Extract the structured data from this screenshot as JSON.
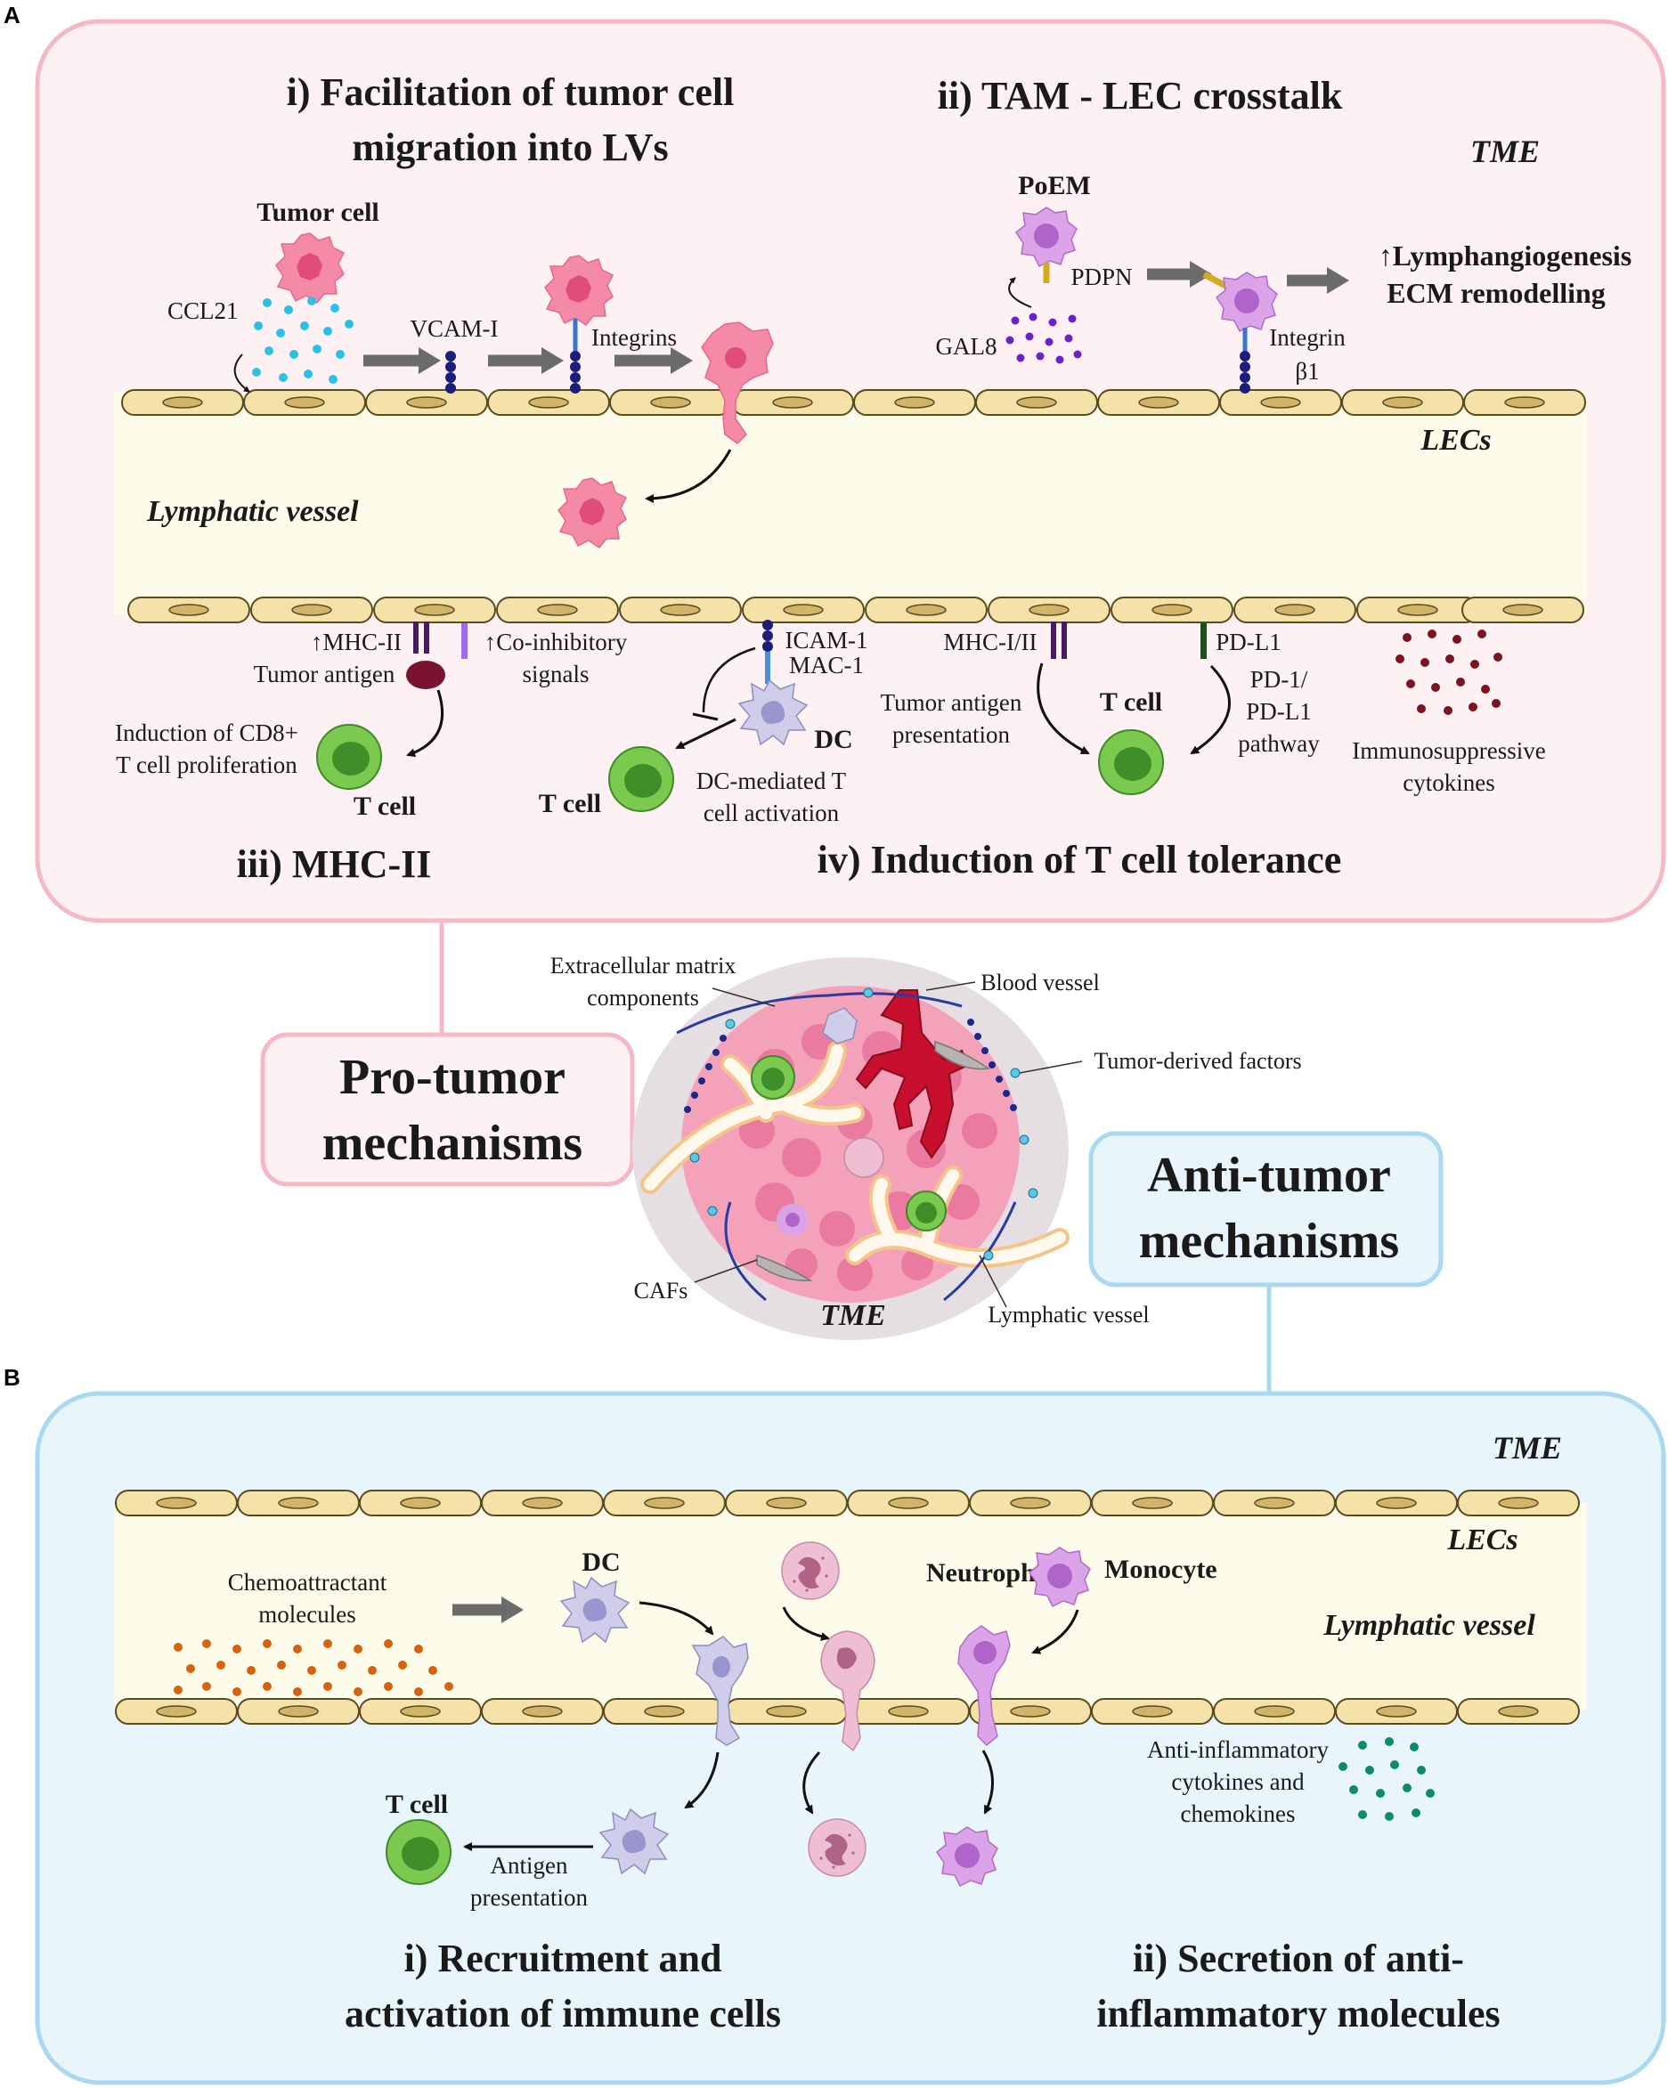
{
  "panel_a": {
    "letter": "A",
    "sections": {
      "i_title": [
        "i) Facilitation of tumor cell",
        "migration into LVs"
      ],
      "ii_title": "ii) TAM - LEC crosstalk",
      "iii_title": "iii) MHC-II",
      "iv_title": "iv) Induction of T cell tolerance"
    },
    "labels": {
      "tme": "TME",
      "lecs": "LECs",
      "lymphatic_vessel": "Lymphatic vessel",
      "tumor_cell": "Tumor cell",
      "ccl21": "CCL21",
      "vcam": "VCAM-I",
      "integrins": "Integrins",
      "poem": "PoEM",
      "pdpn": "PDPN",
      "gal8": "GAL8",
      "integrin_b1": [
        "Integrin",
        "β1"
      ],
      "outcome": [
        "↑Lymphangiogenesis",
        "ECM remodelling"
      ],
      "mhc_ii": "↑MHC-II",
      "tumor_antigen": "Tumor antigen",
      "co_inhibitory": [
        "↑Co-inhibitory",
        "signals"
      ],
      "cd8": [
        "Induction of CD8+",
        "T cell proliferation"
      ],
      "t_cell": "T cell",
      "icam": [
        "ICAM-1",
        "MAC-1"
      ],
      "dc": "DC",
      "dc_activation": [
        "DC-mediated T",
        "cell activation"
      ],
      "mhc_i_ii": "MHC-I/II",
      "tumor_antigen_presentation": [
        "Tumor antigen",
        "presentation"
      ],
      "pd_l1": "PD-L1",
      "pd_pathway": [
        "PD-1/",
        "PD-L1",
        "pathway"
      ],
      "immunosuppressive": [
        "Immunosuppressive",
        "cytokines"
      ]
    }
  },
  "center": {
    "pro_tumor": [
      "Pro-tumor",
      "mechanisms"
    ],
    "anti_tumor": [
      "Anti-tumor",
      "mechanisms"
    ],
    "ecm": [
      "Extracellular matrix",
      "components"
    ],
    "blood_vessel": "Blood vessel",
    "tumor_factors": "Tumor-derived factors",
    "cafs": "CAFs",
    "tme": "TME",
    "lymphatic_vessel": "Lymphatic vessel"
  },
  "panel_b": {
    "letter": "B",
    "labels": {
      "tme": "TME",
      "lecs": "LECs",
      "lymphatic_vessel": "Lymphatic vessel",
      "chemoattractant": [
        "Chemoattractant",
        "molecules"
      ],
      "dc": "DC",
      "neutrophil": "Neutrophil",
      "monocyte": "Monocyte",
      "anti_inflammatory": [
        "Anti-inflammatory",
        "cytokines and",
        "chemokines"
      ],
      "t_cell": "T cell",
      "antigen_presentation": [
        "Antigen",
        "presentation"
      ]
    },
    "sections": {
      "i_title": [
        "i) Recruitment and",
        "activation of immune cells"
      ],
      "ii_title": [
        "ii) Secretion of anti-",
        "inflammatory molecules"
      ]
    }
  },
  "colors": {
    "panel_a_border": "#f5b8c4",
    "panel_a_fill": "#fdf1f3",
    "panel_b_border": "#a9d8ef",
    "panel_b_fill": "#e8f6fc",
    "vessel_fill": "#fdfbe9",
    "lec_fill": "#f4e2a8",
    "tumor_cell": "#f48aa6",
    "t_cell": "#7cc94f",
    "dc": "#c2c2e6",
    "macrophage": "#d99be6",
    "neutrophil": "#ebb3cc",
    "arrow_gray": "#666666"
  }
}
